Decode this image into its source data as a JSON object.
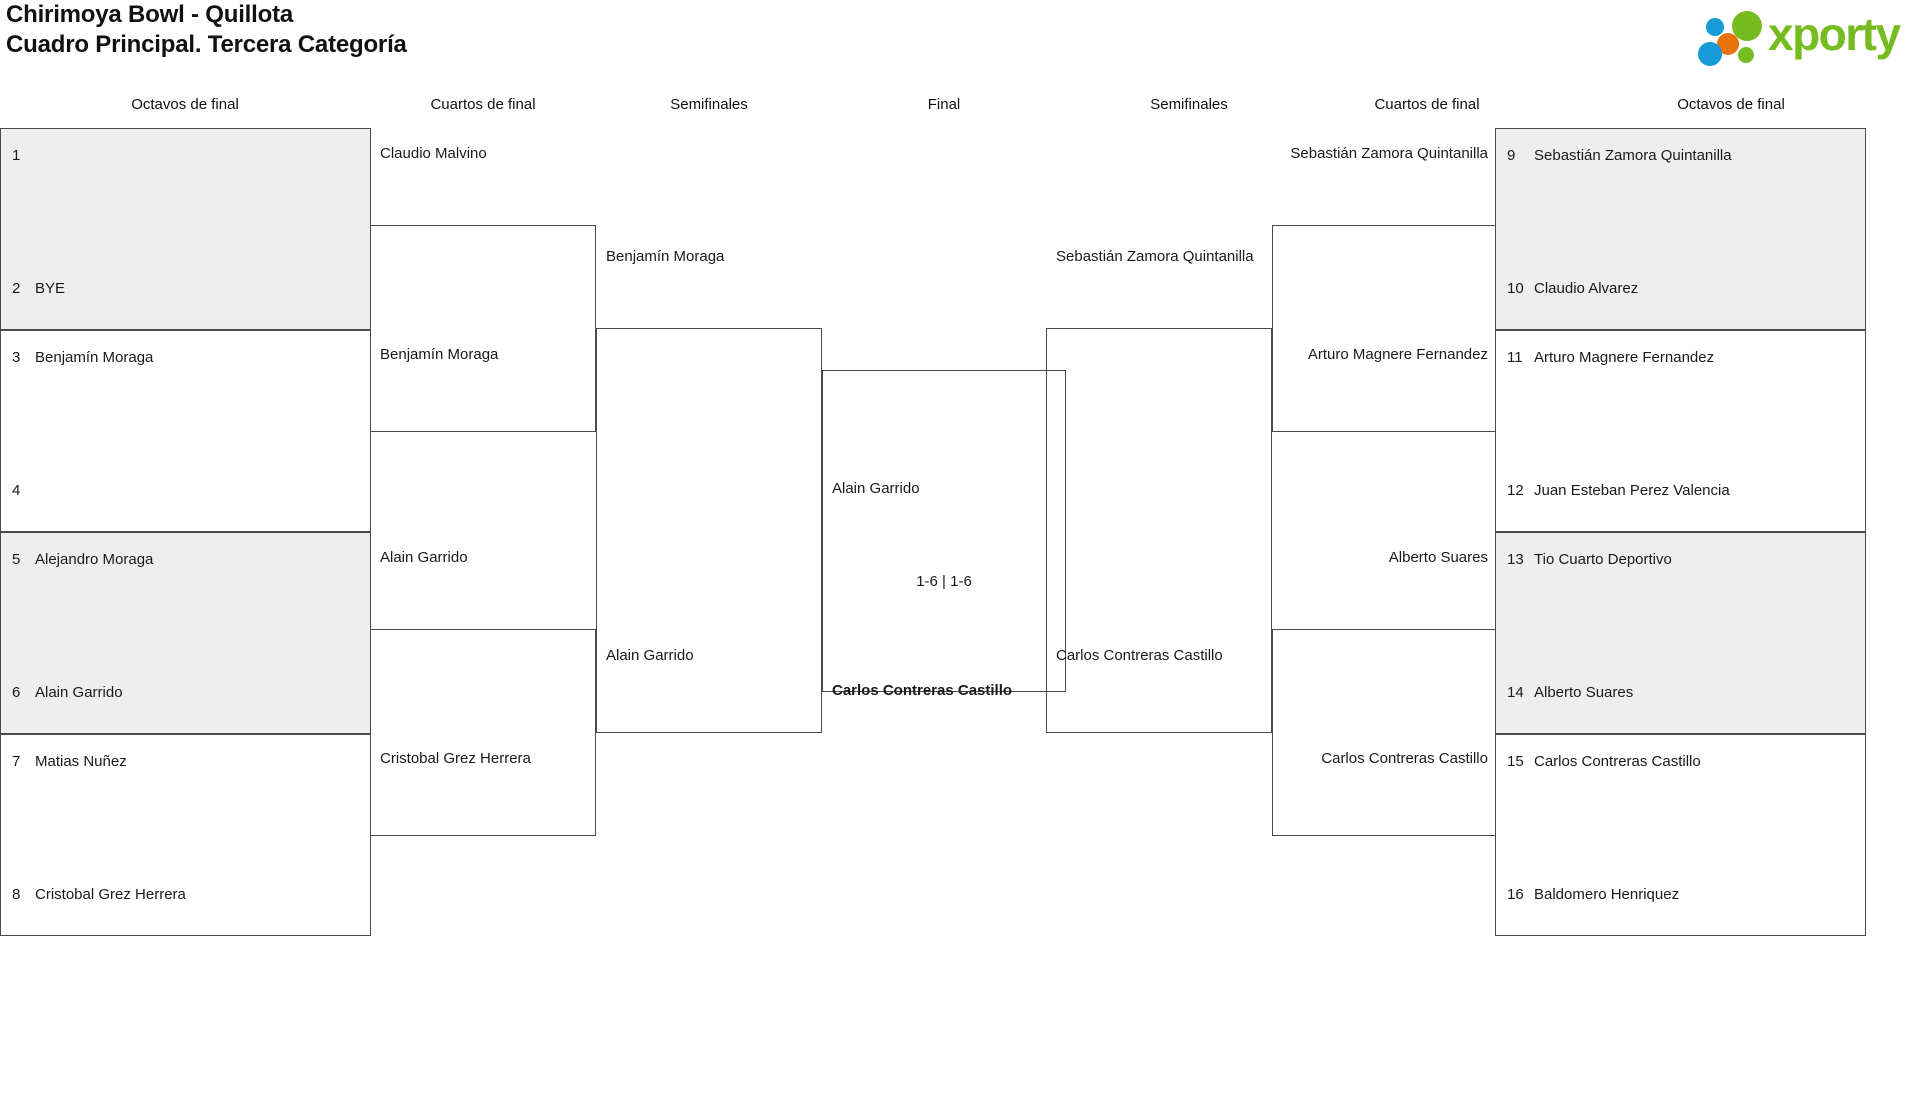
{
  "header": {
    "title_line1": "Chirimoya Bowl - Quillota",
    "title_line2": "Cuadro Principal. Tercera Categoría",
    "logo_text": "xporty",
    "logo_colors": {
      "green": "#76bc21",
      "blue": "#169bd7",
      "orange": "#e8720c"
    }
  },
  "rounds": {
    "left": [
      {
        "key": "l-r16",
        "label": "Octavos de final"
      },
      {
        "key": "l-qf",
        "label": "Cuartos de final"
      },
      {
        "key": "l-sf",
        "label": "Semifinales"
      }
    ],
    "final": {
      "key": "final",
      "label": "Final"
    },
    "right": [
      {
        "key": "r-sf",
        "label": "Semifinales"
      },
      {
        "key": "r-qf",
        "label": "Cuartos de final"
      },
      {
        "key": "r-r16",
        "label": "Octavos de final"
      }
    ]
  },
  "seeds_left": [
    {
      "no": "1",
      "name": ""
    },
    {
      "no": "2",
      "name": "BYE"
    },
    {
      "no": "3",
      "name": "Benjamín Moraga"
    },
    {
      "no": "4",
      "name": ""
    },
    {
      "no": "5",
      "name": "Alejandro Moraga"
    },
    {
      "no": "6",
      "name": "Alain Garrido"
    },
    {
      "no": "7",
      "name": "Matias Nuñez"
    },
    {
      "no": "8",
      "name": "Cristobal Grez Herrera"
    }
  ],
  "seeds_right": [
    {
      "no": "9",
      "name": "Sebastián Zamora Quintanilla"
    },
    {
      "no": "10",
      "name": "Claudio Alvarez"
    },
    {
      "no": "11",
      "name": "Arturo Magnere Fernandez"
    },
    {
      "no": "12",
      "name": "Juan Esteban Perez Valencia"
    },
    {
      "no": "13",
      "name": "Tio Cuarto Deportivo"
    },
    {
      "no": "14",
      "name": "Alberto Suares"
    },
    {
      "no": "15",
      "name": "Carlos Contreras Castillo"
    },
    {
      "no": "16",
      "name": "Baldomero Henriquez"
    }
  ],
  "left_qf": [
    {
      "top": "Claudio Malvino",
      "bottom": "Benjamín Moraga"
    },
    {
      "top": "Alain Garrido",
      "bottom": "Cristobal Grez Herrera"
    }
  ],
  "left_sf": [
    {
      "top": "Benjamín Moraga",
      "bottom": "Alain Garrido"
    }
  ],
  "right_qf": [
    {
      "top": "Sebastián Zamora Quintanilla",
      "bottom": "Arturo Magnere Fernandez"
    },
    {
      "top": "Alberto Suares",
      "bottom": "Carlos Contreras Castillo"
    }
  ],
  "right_sf": [
    {
      "top": "Sebastián Zamora Quintanilla",
      "bottom": "Carlos Contreras Castillo"
    }
  ],
  "final_match": {
    "top": "Alain Garrido",
    "bottom": "Carlos Contreras Castillo",
    "score": "1-6 | 1-6",
    "winner": "bottom"
  }
}
